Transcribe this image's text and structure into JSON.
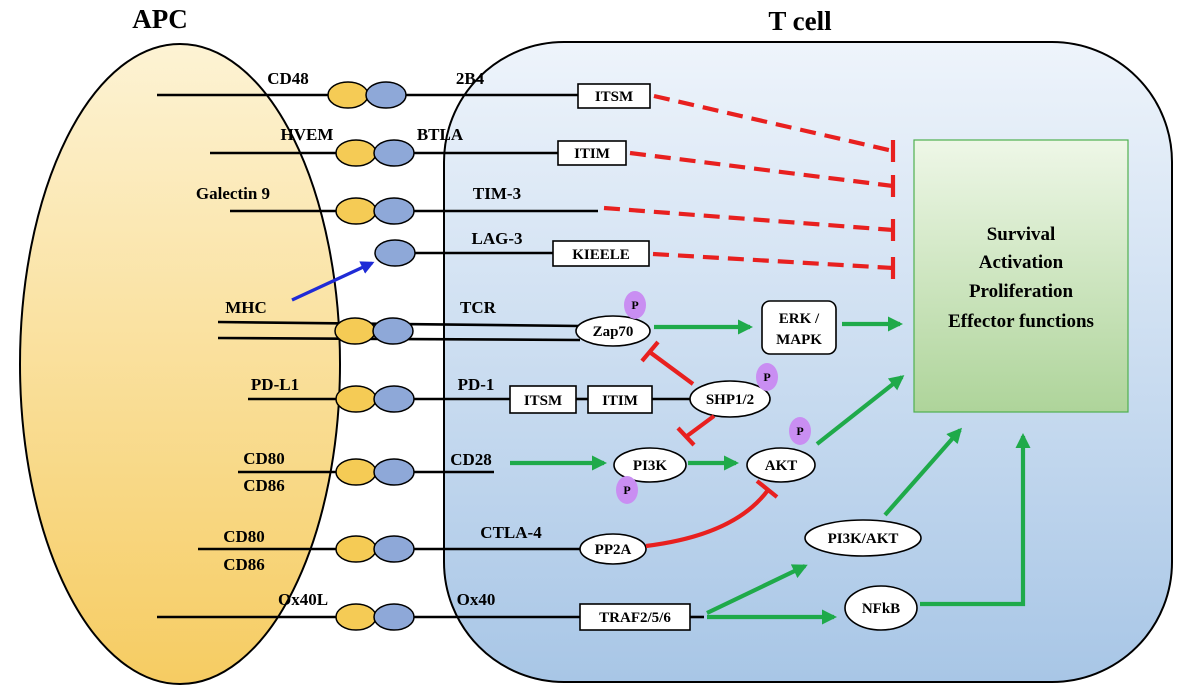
{
  "titles": {
    "apc": "APC",
    "tcell": "T cell"
  },
  "apc_labels": {
    "cd48": "CD48",
    "hvem": "HVEM",
    "galectin9": "Galectin 9",
    "mhc": "MHC",
    "pdl1": "PD-L1",
    "cd80_a": "CD80",
    "cd86_a": "CD86",
    "cd80_b": "CD80",
    "cd86_b": "CD86",
    "ox40l": "Ox40L"
  },
  "receptor_labels": {
    "b2b4": "2B4",
    "btla": "BTLA",
    "tim3": "TIM-3",
    "lag3": "LAG-3",
    "tcr": "TCR",
    "pd1": "PD-1",
    "cd28": "CD28",
    "ctla4": "CTLA-4",
    "ox40": "Ox40"
  },
  "motifs": {
    "itsm_2b4": "ITSM",
    "itim_btla": "ITIM",
    "kieele": "KIEELE",
    "itsm_pd1": "ITSM",
    "itim_pd1": "ITIM",
    "traf": "TRAF2/5/6"
  },
  "nodes": {
    "zap70": "Zap70",
    "erk_line1": "ERK /",
    "erk_line2": "MAPK",
    "shp": "SHP1/2",
    "pi3k": "PI3K",
    "akt": "AKT",
    "pp2a": "PP2A",
    "pi3k_akt": "PI3K/AKT",
    "nfkb": "NFkB"
  },
  "phospho": "P",
  "outcome": {
    "line1": "Survival",
    "line2": "Activation",
    "line3": "Proliferation",
    "line4": "Effector functions"
  },
  "colors": {
    "apc_top": "#fdf3d4",
    "apc_bottom": "#f6cc62",
    "tcell_top": "#eef4fb",
    "tcell_bottom": "#a8c6e6",
    "outcome_top": "#eef7e7",
    "outcome_bottom": "#aed49a",
    "ligand_yellow": "#f5cb55",
    "receptor_blue": "#8ea8d8",
    "inhibit_red": "#e8201f",
    "activate_green": "#1faa4a",
    "mhc_arrow_blue": "#1f2bd6",
    "phospho_purple": "#c98ef2"
  }
}
